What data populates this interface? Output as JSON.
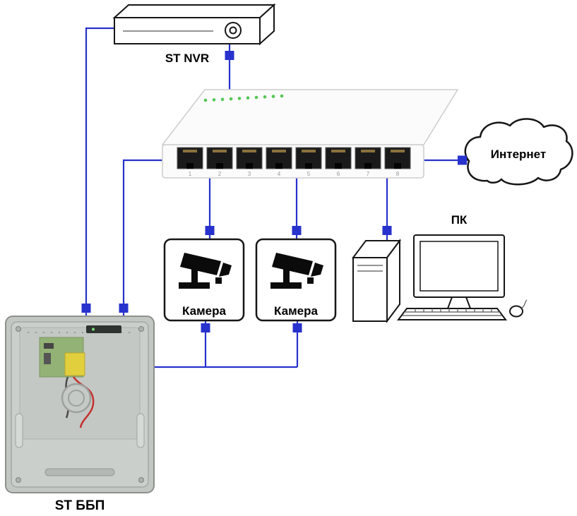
{
  "diagram": {
    "nodes": {
      "nvr": {
        "label": "ST NVR"
      },
      "switch": {
        "ports": [
          "1",
          "2",
          "3",
          "4",
          "5",
          "6",
          "7",
          "8"
        ],
        "led_count": 10
      },
      "internet": {
        "label": "Интернет"
      },
      "cameras": [
        {
          "label": "Камера"
        },
        {
          "label": "Камера"
        }
      ],
      "pc": {
        "label": "ПК"
      },
      "psu": {
        "label": "ST ББП"
      }
    },
    "colors": {
      "line": "#2832cc",
      "led": "#57c657",
      "psu_body": "#c3c7c3",
      "psu_pcb": "#93b276",
      "psu_component": "#e2cf3e",
      "psu_wire": "#c23030"
    }
  }
}
